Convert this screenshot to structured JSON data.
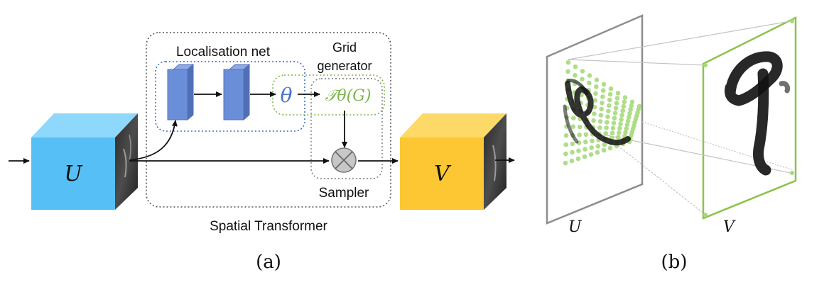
{
  "panel_a": {
    "input_label": "U",
    "output_label": "V",
    "localisation_net_label": "Localisation net",
    "grid_generator_label_line1": "Grid",
    "grid_generator_label_line2": "generator",
    "theta_symbol": "θ",
    "transform_symbol": "𝒯θ(G)",
    "sampler_label": "Sampler",
    "container_label": "Spatial Transformer",
    "caption": "(a)"
  },
  "panel_b": {
    "input_plane_label": "U",
    "output_plane_label": "V",
    "caption": "(b)"
  },
  "colors": {
    "input_cube": "#56bff5",
    "output_cube": "#fcc733",
    "loc_layer": "#6a8fd8",
    "theta": "#4a74c9",
    "grid_green": "#7ab648",
    "sample_dots": "#a6d97c",
    "plane_gray": "#999999"
  }
}
